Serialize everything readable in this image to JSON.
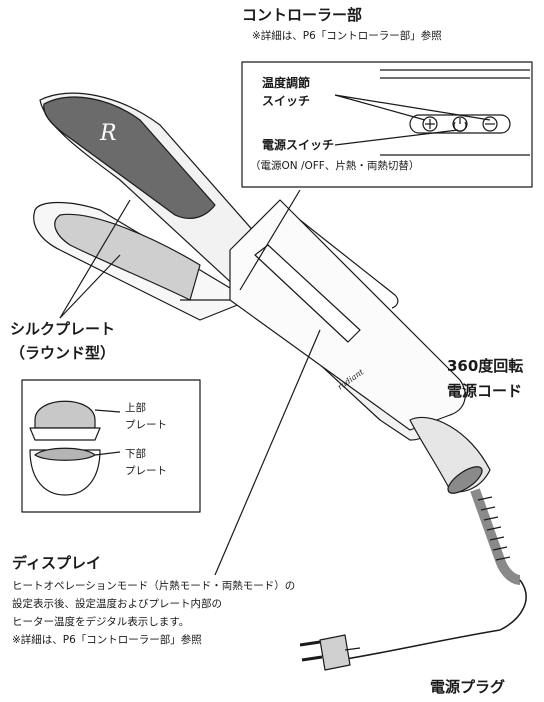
{
  "controller": {
    "title": "コントローラー部",
    "note": "※詳細は、P6「コントローラー部」参照",
    "temp_switch_line1": "温度調節",
    "temp_switch_line2": "スイッチ",
    "power_switch": "電源スイッチ",
    "power_switch_detail": "（電源ON /OFF、片熱・両熱切替）"
  },
  "silk_plate": {
    "line1": "シルクプレート",
    "line2": "（ラウンド型）"
  },
  "plate_inset": {
    "upper": [
      "上部",
      "プレート"
    ],
    "lower": [
      "下部",
      "プレート"
    ]
  },
  "swivel_cord": {
    "line1": "360度回転",
    "line2": "電源コード"
  },
  "display": {
    "title": "ディスプレイ",
    "lines": [
      "ヒートオペレーションモード（片熱モード・両熱モード）の",
      "設定表示後、設定温度およびプレート内部の",
      "ヒーター温度をデジタル表示します。",
      "※詳細は、P6「コントローラー部」参照"
    ]
  },
  "plug": {
    "label": "電源プラグ"
  },
  "brand": {
    "logo_letter": "R",
    "script_text": "radiant"
  }
}
